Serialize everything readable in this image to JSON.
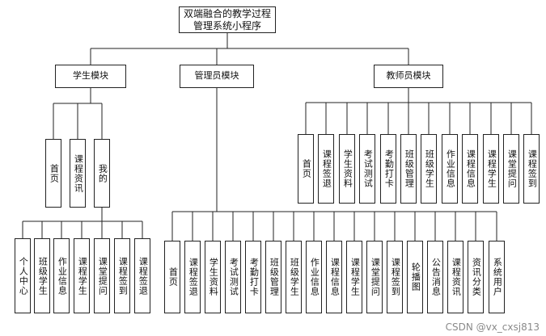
{
  "root": "双端融合的教学过程\n管理系统小程序",
  "modules": {
    "student": {
      "label": "学生模块",
      "items": [
        "首页",
        "课程资讯",
        "我的"
      ],
      "my_items": [
        "个人中心",
        "班级学生",
        "作业信息",
        "课程学生",
        "课堂提问",
        "课程签到",
        "课程签退"
      ]
    },
    "admin": {
      "label": "管理员模块",
      "items": [
        "首页",
        "课程签退",
        "学生资料",
        "考试测试",
        "考勤打卡",
        "班级管理",
        "班级学生",
        "作业信息",
        "课程信息",
        "课程学生",
        "课堂提问",
        "课程签到",
        "轮播图",
        "公告消息",
        "课程资讯",
        "资讯分类",
        "系统用户"
      ]
    },
    "teacher": {
      "label": "教师员模块",
      "items": [
        "首页",
        "课程签退",
        "学生资料",
        "考试测试",
        "考勤打卡",
        "班级管理",
        "班级学生",
        "作业信息",
        "课程信息",
        "课程学生",
        "课堂提问",
        "课程签到"
      ]
    }
  },
  "watermark": "CSDN @vx_cxsj813"
}
